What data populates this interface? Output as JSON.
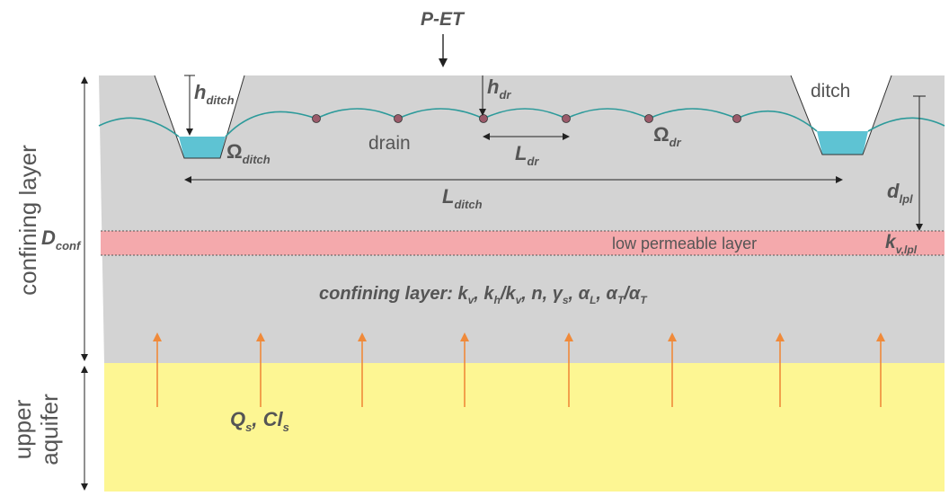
{
  "labels": {
    "p_et": "P-ET",
    "h_ditch": {
      "main": "h",
      "sub": "ditch"
    },
    "h_dr": {
      "main": "h",
      "sub": "dr"
    },
    "ditch": "ditch",
    "drain": "drain",
    "omega_ditch": {
      "main": "Ω",
      "sub": "ditch"
    },
    "omega_dr": {
      "main": "Ω",
      "sub": "dr"
    },
    "l_dr": {
      "main": "L",
      "sub": "dr"
    },
    "l_ditch": {
      "main": "L",
      "sub": "ditch"
    },
    "d_lpl": {
      "main": "d",
      "sub": "lpl"
    },
    "d_conf": {
      "main": "D",
      "sub": "conf"
    },
    "k_v_lpl": {
      "main": "k",
      "sub": "v,lpl"
    },
    "low_permeable_layer": "low permeable layer",
    "confining_layer_side": "confining layer",
    "upper_aquifer_side_1": "upper",
    "upper_aquifer_side_2": "aquifer",
    "confining_params": {
      "prefix": "confining layer: ",
      "kv": "k",
      "kv_sub": "v",
      "comma1": ", ",
      "khkv_k1": "k",
      "khkv_sub1": "h",
      "khkv_slash": "/",
      "khkv_k2": "k",
      "khkv_sub2": "v",
      "comma2": ", ",
      "n": "n",
      "comma3": ", ",
      "gamma": "γ",
      "gamma_sub": "s",
      "comma4": ", ",
      "alphaL": "α",
      "alphaL_sub": "L",
      "comma5": ", ",
      "alphaT1": "α",
      "alphaT1_sub": "T",
      "alpha_slash": "/",
      "alphaT2": "α",
      "alphaT2_sub": "T"
    },
    "qs_cls": {
      "q": "Q",
      "q_sub": "s",
      "sep": ", ",
      "cl": "Cl",
      "cl_sub": "s"
    }
  },
  "colors": {
    "confining": "#d3d3d3",
    "aquifer": "#fdf693",
    "low_permeable": "#f4a9ac",
    "water": "#5ec3d3",
    "phreatic_line": "#2c9a9a",
    "drain_dot": "#9b5a6a",
    "seepage_arrow": "#f08a3a",
    "text": "#555555"
  },
  "drain_count": 6,
  "seepage_arrow_count": 8
}
